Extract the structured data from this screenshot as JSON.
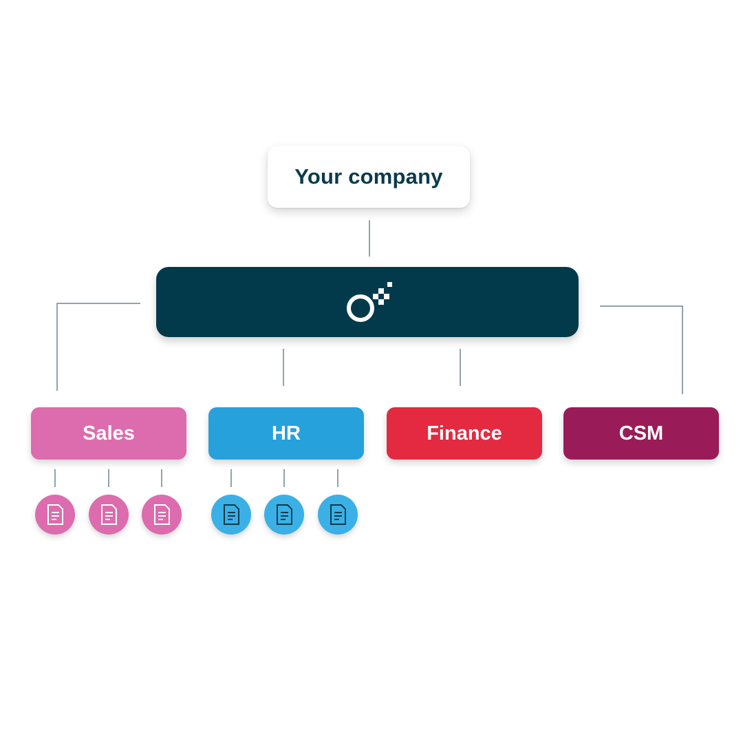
{
  "company": {
    "label": "Your company"
  },
  "platform": {
    "icon": "platform-logo-icon",
    "color": "#033a4b"
  },
  "departments": [
    {
      "label": "Sales",
      "color": "#dc6cae",
      "documents": 3,
      "document_icon": "document-icon"
    },
    {
      "label": "HR",
      "color": "#27a1dc",
      "documents": 3,
      "document_icon": "document-icon"
    },
    {
      "label": "Finance",
      "color": "#e32a41",
      "documents": 0
    },
    {
      "label": "CSM",
      "color": "#991c59",
      "documents": 0
    }
  ],
  "connector_color": "#8fa3ad"
}
